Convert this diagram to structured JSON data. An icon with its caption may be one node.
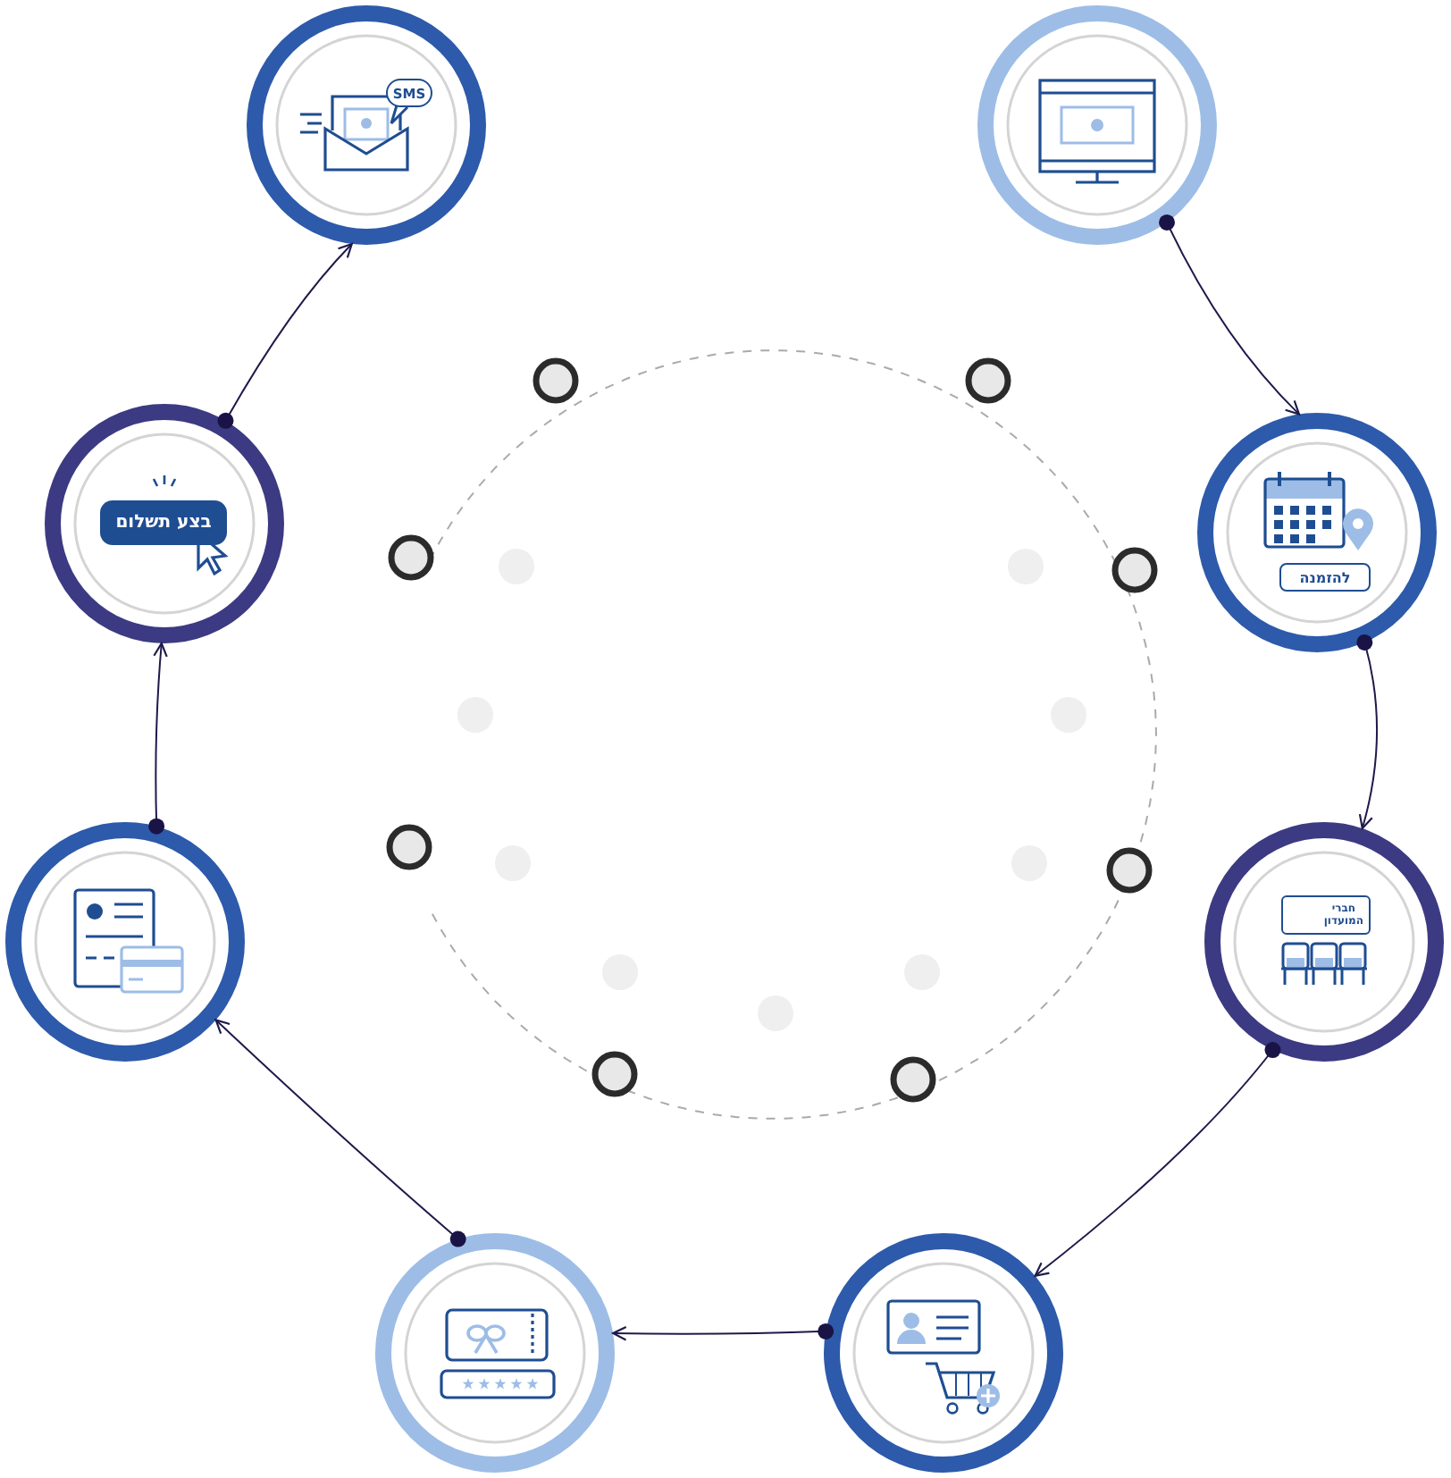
{
  "diagram": {
    "nodes": [
      {
        "text": [],
        "shape": "circle"
      },
      {
        "text": [
          "להזמנה"
        ]
      },
      {
        "text": [
          "חברי המועדון"
        ]
      },
      {
        "text": [],
        "shape": "circle"
      },
      {
        "text": [],
        "shape": "circle"
      },
      {
        "text": [],
        "shape": "circle"
      },
      {
        "text": [
          "בצע תשלום"
        ]
      },
      {
        "text": [
          "SMS"
        ]
      }
    ],
    "edges": [
      {
        "from": 0,
        "to": 1,
        "arrow": "to"
      },
      {
        "from": 1,
        "to": 2,
        "arrow": "to"
      },
      {
        "from": 2,
        "to": 3,
        "arrow": "to"
      },
      {
        "from": 3,
        "to": 4,
        "arrow": "to"
      },
      {
        "from": 4,
        "to": 5,
        "arrow": "to"
      },
      {
        "from": 5,
        "to": 6,
        "arrow": "to"
      },
      {
        "from": 6,
        "to": 7,
        "arrow": "to"
      }
    ]
  }
}
